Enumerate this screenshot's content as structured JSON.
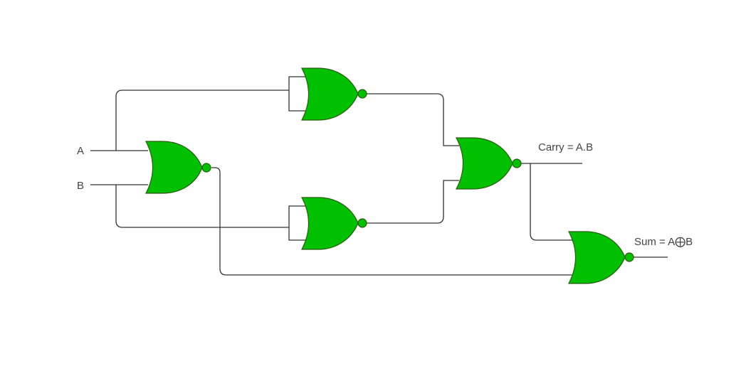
{
  "diagram": {
    "inputs": {
      "a": "A",
      "b": "B"
    },
    "outputs": {
      "carry": "Carry = A.B",
      "sum": "Sum = A⨁B"
    },
    "colors": {
      "gate_fill": "#00c000",
      "wire": "#333333",
      "label": "#444444"
    },
    "gates": [
      {
        "id": "nor-input",
        "type": "NOR"
      },
      {
        "id": "nor-top",
        "type": "NOR"
      },
      {
        "id": "nor-bottom",
        "type": "NOR"
      },
      {
        "id": "nor-carry",
        "type": "NOR"
      },
      {
        "id": "nor-sum",
        "type": "NOR"
      }
    ]
  }
}
